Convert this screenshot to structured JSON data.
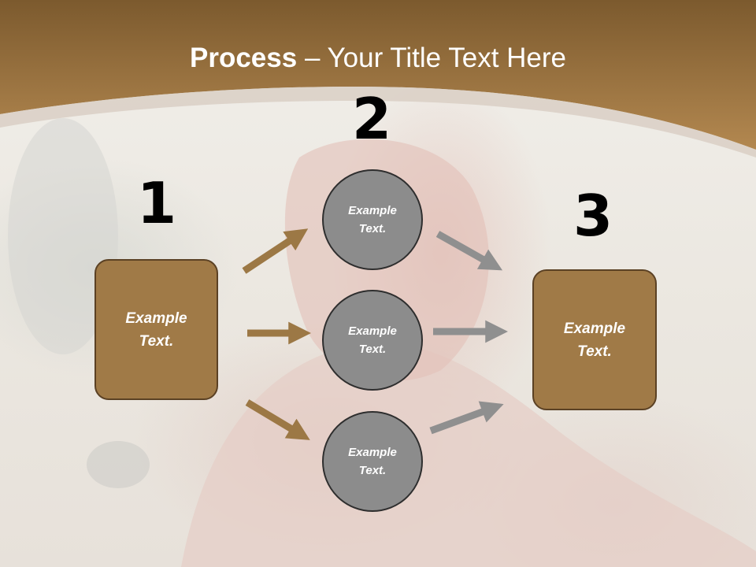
{
  "title": {
    "bold": "Process",
    "rest": " – Your Title Text Here"
  },
  "steps": [
    {
      "number": "1",
      "label": "Example\nText."
    },
    {
      "number": "2",
      "labels": [
        "Example\nText.",
        "Example\nText.",
        "Example\nText."
      ]
    },
    {
      "number": "3",
      "label": "Example\nText."
    }
  ],
  "colors": {
    "header": "#a47a42",
    "box": "#a07a47",
    "circle": "#8c8c8c",
    "arrow_brown": "#9c7845",
    "arrow_gray": "#8f8f8f"
  }
}
